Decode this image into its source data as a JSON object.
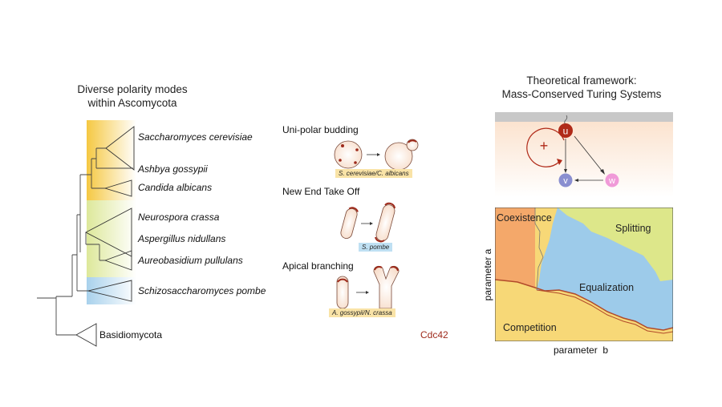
{
  "left_panel": {
    "title_line1": "Diverse polarity modes",
    "title_line2": "within Ascomycota",
    "species": [
      "Saccharomyces cerevisiae",
      "Ashbya gossypii",
      "Candida albicans",
      "Neurospora crassa",
      "Aspergillus nidullans",
      "Aureobasidium pullulans",
      "Schizosaccharomyces pombe"
    ],
    "outgroup": "Basidiomycota"
  },
  "middle_panel": {
    "modes": [
      {
        "label": "Uni-polar budding",
        "tag": "S. cerevisiae/C. albicans"
      },
      {
        "label": "New End Take Off",
        "tag": "S. pombe"
      },
      {
        "label": "Apical branching",
        "tag": "A. gossypii/N. crassa"
      }
    ],
    "legend_label": "Cdc42"
  },
  "right_panel": {
    "title_line1": "Theoretical framework:",
    "title_line2": "Mass-Conserved Turing Systems",
    "nodes": {
      "u": "u",
      "v": "v",
      "w": "w",
      "plus": "+"
    },
    "phase": {
      "regions": [
        "Coexistence",
        "Splitting",
        "Equalization",
        "Competition"
      ],
      "xlabel": "parameter  b",
      "ylabel": "parameter a"
    }
  },
  "colors": {
    "cdc42": "#9e2a1b",
    "yellow": "#f5c842",
    "green": "#dde89a",
    "blue": "#a8d1ec",
    "coexistence": "#f4a86a",
    "splitting": "#dde78a",
    "equalization": "#9dcbea",
    "competition": "#f7d877",
    "node_u": "#b02a18",
    "node_v": "#8a8fd0",
    "node_w": "#f09ad8"
  }
}
